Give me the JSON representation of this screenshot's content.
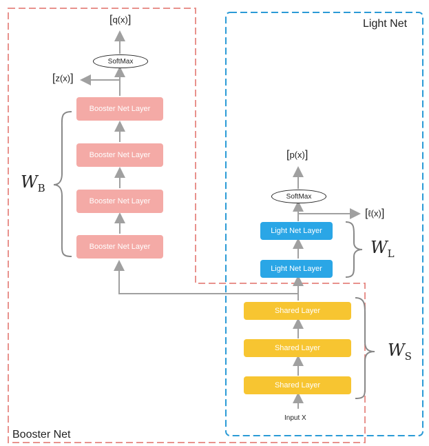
{
  "regions": {
    "booster_net": "Booster Net",
    "light_net": "Light Net"
  },
  "booster": {
    "layers": [
      "Booster Net Layer",
      "Booster Net Layer",
      "Booster Net Layer",
      "Booster Net Layer"
    ],
    "softmax": "SoftMax",
    "q_output": "q(x)",
    "z_output": "z(x)",
    "weight": "W",
    "weight_sub": "B"
  },
  "light": {
    "layers": [
      "Light Net Layer",
      "Light Net Layer"
    ],
    "softmax": "SoftMax",
    "p_output": "p(x)",
    "l_output": "ℓ(x)",
    "weight": "W",
    "weight_sub": "L"
  },
  "shared": {
    "layers": [
      "Shared Layer",
      "Shared Layer",
      "Shared Layer"
    ],
    "input": "Input X",
    "weight": "W",
    "weight_sub": "S"
  },
  "colors": {
    "booster_border": "#e8918c",
    "light_border": "#2a9ad6",
    "booster_layer": "#f4aaa6",
    "light_layer": "#2aa6e6",
    "shared_layer": "#f7c531",
    "arrow": "#a0a0a0"
  }
}
